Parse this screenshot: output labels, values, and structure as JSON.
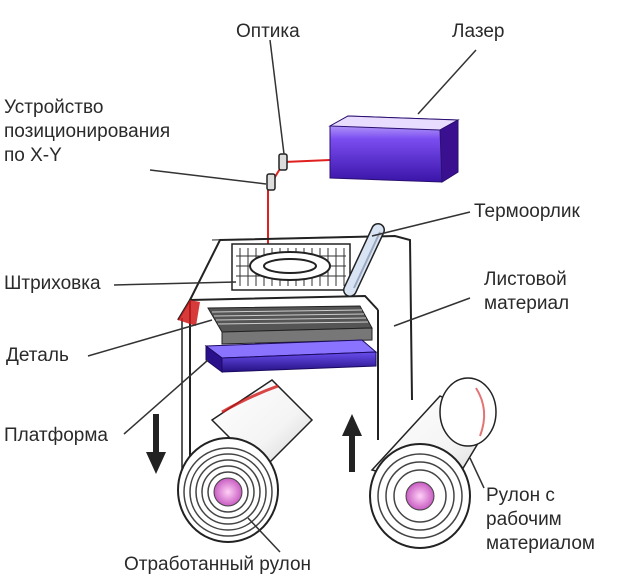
{
  "labels": {
    "optics": "Оптика",
    "laser": "Лазер",
    "positioner": [
      "Устройство",
      "позиционирования",
      "по X-Y"
    ],
    "thermo_roller": "Термоорлик",
    "hatching": "Штриховка",
    "sheet_material": [
      "Листовой",
      "материал"
    ],
    "part": "Деталь",
    "platform": "Платформа",
    "supply_roll": [
      "Рулон с",
      "рабочим",
      "материалом"
    ],
    "waste_roll": "Отработанный рулон"
  },
  "colors": {
    "laser_body": "#5a2ad0",
    "laser_highlight": "#c9b6ff",
    "laser_beam": "#e0201e",
    "platform": "#3a1fc0",
    "roll_core": "#e58de0",
    "material_edge": "#d01818",
    "lines": "#222222"
  },
  "icons": {
    "down_arrow": "arrow-down-icon",
    "up_arrow": "arrow-up-icon"
  }
}
